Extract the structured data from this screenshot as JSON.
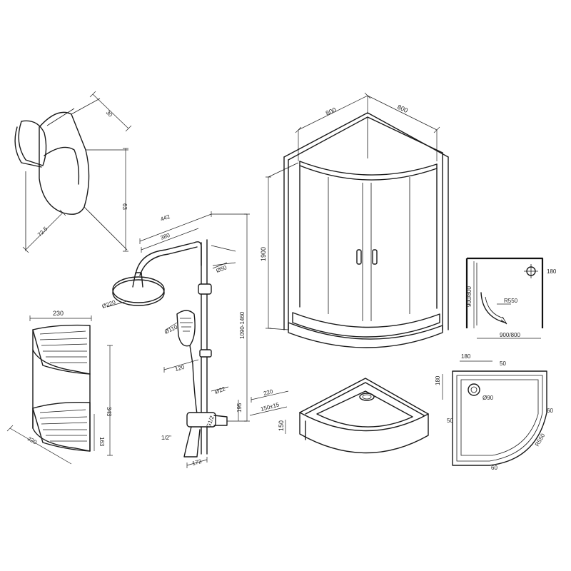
{
  "soap_holder": {
    "depth": "30",
    "height": "63",
    "width": "72.5"
  },
  "shower_system": {
    "arm_total": "442",
    "arm_inner": "380",
    "head_diameter": "Ø220",
    "hand_shower_diameter": "Ø110",
    "arm_offset": "Ø50",
    "holder_offset": "120",
    "height_range": "1090-1460",
    "wall_offset": "220",
    "bar_spacing": "150±15",
    "mixer_gap": "Ø22",
    "mixer_depth": "G1/2",
    "mixer_height": "195",
    "inlet_size": "1/2\"",
    "spout_length": "172"
  },
  "corner_shelf": {
    "width": "230",
    "height": "343",
    "tier_height": "163",
    "depth": "220"
  },
  "enclosure": {
    "width_left": "800",
    "width_right": "800",
    "height": "1900"
  },
  "plan_view": {
    "side": "900/800",
    "bottom": "900/800",
    "radius": "R550",
    "drain": "180"
  },
  "tray": {
    "height": "150"
  },
  "tray_plan": {
    "top": "180",
    "top_right": "50",
    "left": "180",
    "drain": "Ø90",
    "right": "60",
    "left_mid": "50",
    "radius": "R550",
    "bottom": "60"
  }
}
